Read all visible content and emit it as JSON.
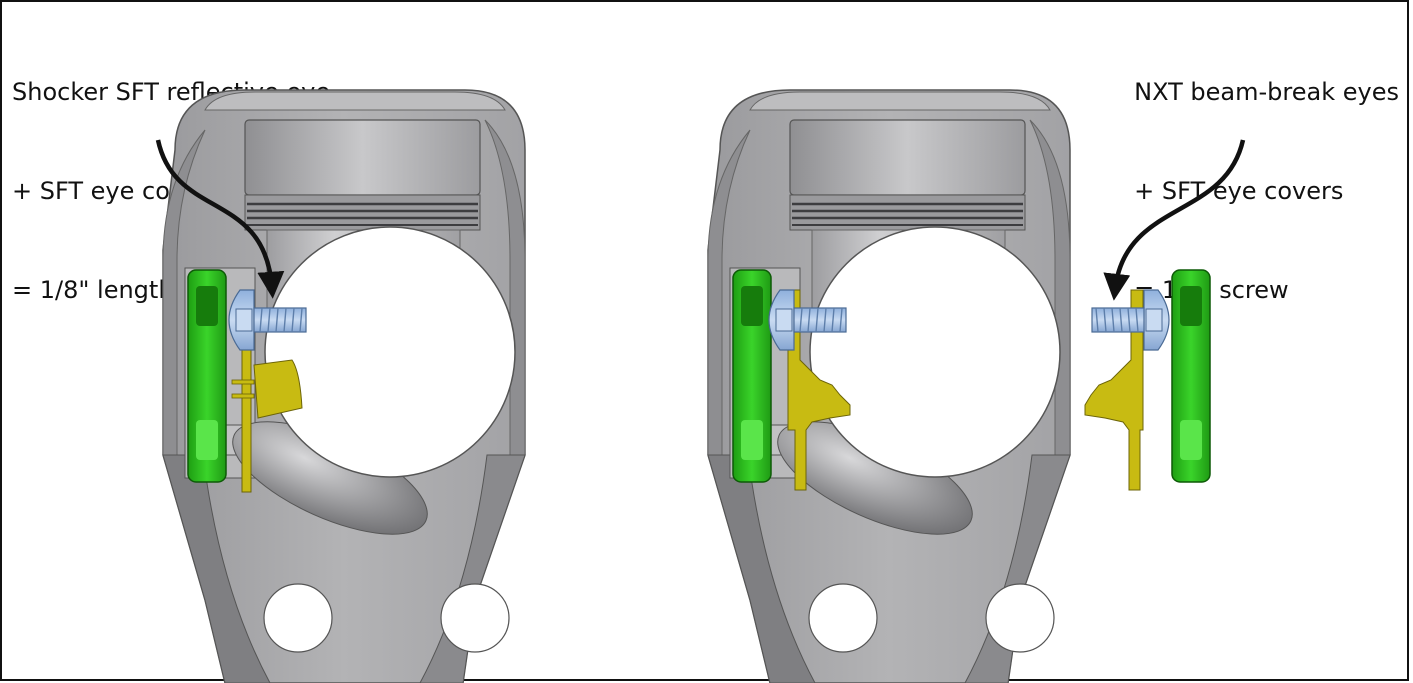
{
  "left_panel": {
    "caption_lines": [
      "Shocker SFT reflective eye",
      "+ SFT eye covers",
      "= 1/8\" length screw"
    ]
  },
  "right_panel": {
    "caption_lines": [
      "NXT beam-break eyes",
      "+ SFT eye covers",
      "= 1/8\" screw"
    ]
  },
  "colors": {
    "housing": "#a9a9ab",
    "housing_dark": "#8c8c8f",
    "housing_light": "#c9c9cb",
    "cover_green": "#2fbf1f",
    "sensor_yellow": "#c8bb12",
    "screw_blue": "#a9c3e6",
    "arrow": "#111111"
  },
  "icons": [
    "curved-arrow-icon",
    "screw-icon",
    "eye-cover-icon",
    "sensor-board-icon"
  ]
}
